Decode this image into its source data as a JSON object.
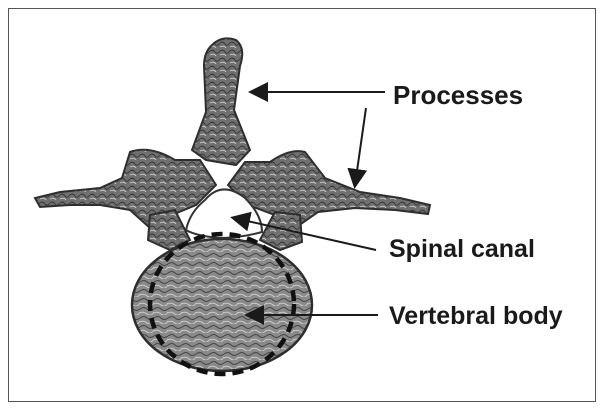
{
  "labels": {
    "processes": "Processes",
    "spinal_canal": "Spinal canal",
    "vertebral_body": "Vertebral body"
  },
  "colors": {
    "bone_fill": "#6a6a6a",
    "bone_dark": "#2e2e2e",
    "bone_light": "#bdbdbd",
    "arrow": "#1a1a1a",
    "outline_dash": "#111111"
  }
}
